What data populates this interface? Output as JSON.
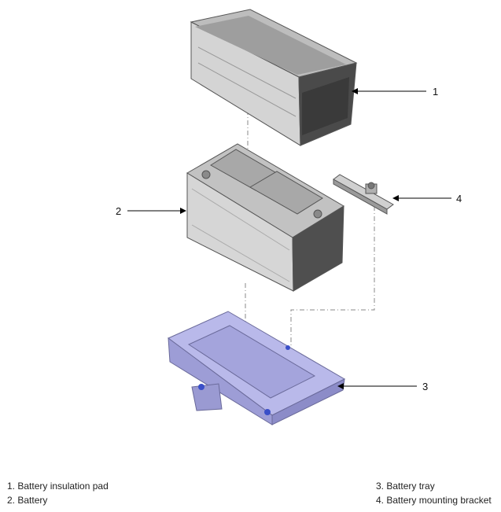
{
  "callouts": {
    "c1": "1",
    "c2": "2",
    "c3": "3",
    "c4": "4"
  },
  "legend": {
    "items": [
      "1. Battery insulation pad",
      "2. Battery",
      "3. Battery tray",
      "4. Battery mounting bracket"
    ]
  },
  "colors": {
    "part_gray": "#c9c9c9",
    "part_dark": "#4a4a4a",
    "tray_violet": "#b9b9ea",
    "leader": "#000000"
  }
}
